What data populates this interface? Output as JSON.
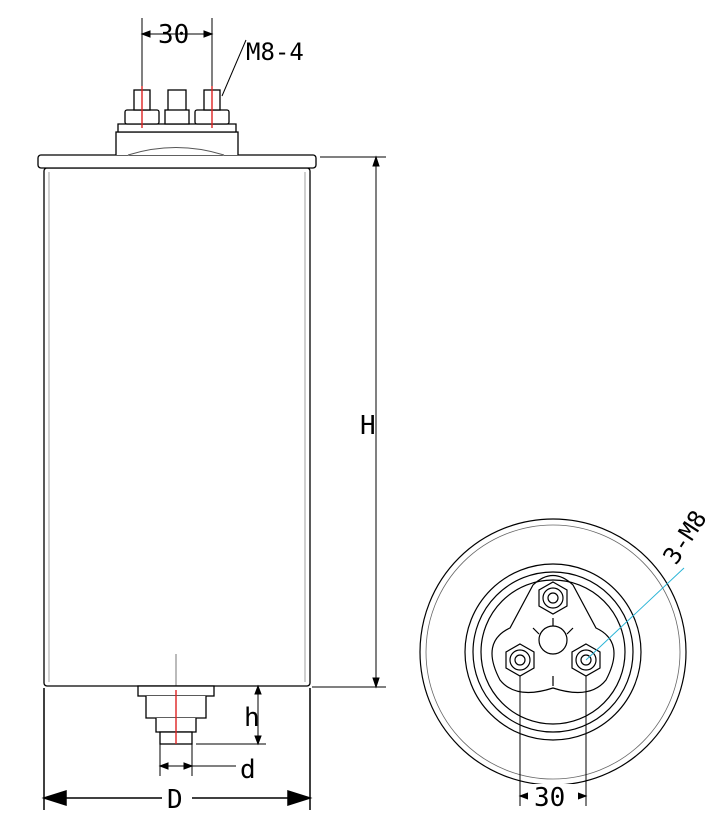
{
  "side_view": {
    "terminal_spacing": "30",
    "terminal_thread": "M8-4",
    "height_label": "H",
    "stud_height_label": "h",
    "stud_diameter_label": "d",
    "diameter_label": "D"
  },
  "top_view": {
    "terminal_thread": "3-M8",
    "terminal_spacing": "30"
  }
}
